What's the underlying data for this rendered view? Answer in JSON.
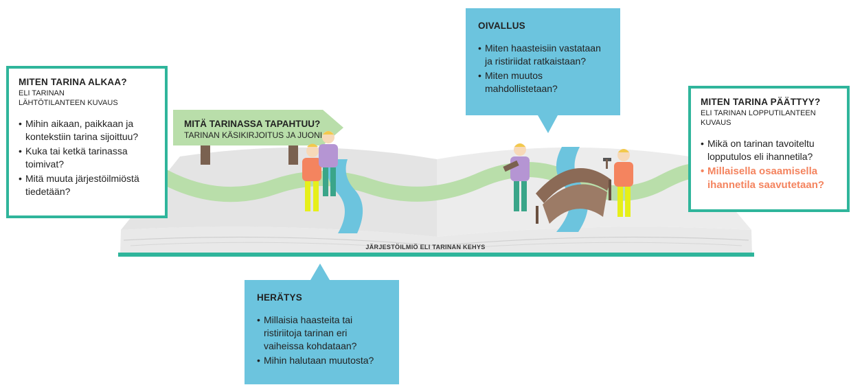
{
  "start_box": {
    "title": "MITEN TARINA ALKAA?",
    "subtitle_line1": "ELI TARINAN",
    "subtitle_line2": "LÄHTÖTILANTEEN KUVAUS",
    "items": [
      "Mihin aikaan, paikkaan ja kontekstiin tarina sijoittuu?",
      "Kuka tai ketkä tarinassa toimivat?",
      "Mitä muuta järjestöilmiöstä tiedetään?"
    ]
  },
  "plot_arrow": {
    "title": "MITÄ TARINASSA TAPAHTUU?",
    "subtitle": "TARINAN KÄSIKIRJOITUS JA JUONI"
  },
  "insight_box": {
    "title": "OIVALLUS",
    "items": [
      "Miten haasteisiin vastataan ja ristiriidat ratkaistaan?",
      "Miten muutos mahdollistetaan?"
    ]
  },
  "end_box": {
    "title": "MITEN TARINA PÄÄTTYY?",
    "subtitle_line1": "ELI TARINAN LOPPUTILANTEEN",
    "subtitle_line2": "KUVAUS",
    "items": [
      "Mikä on tarinan tavoiteltu lopputulos eli ihannetila?"
    ],
    "accent_item": "Millaisella osaamisella ihannetila saavutetaan?"
  },
  "book": {
    "label": "JÄRJESTÖILMIÖ ELI TARINAN KEHYS"
  },
  "awakening_box": {
    "title": "HERÄTYS",
    "items": [
      "Millaisia haasteita tai ristiriitoja tarinan eri vaiheissa kohdataan?",
      "Mihin halutaan muutosta?"
    ]
  },
  "colors": {
    "teal": "#2fb59b",
    "blue": "#6cc4de",
    "green": "#b9deaa",
    "accent": "#f4845f"
  }
}
